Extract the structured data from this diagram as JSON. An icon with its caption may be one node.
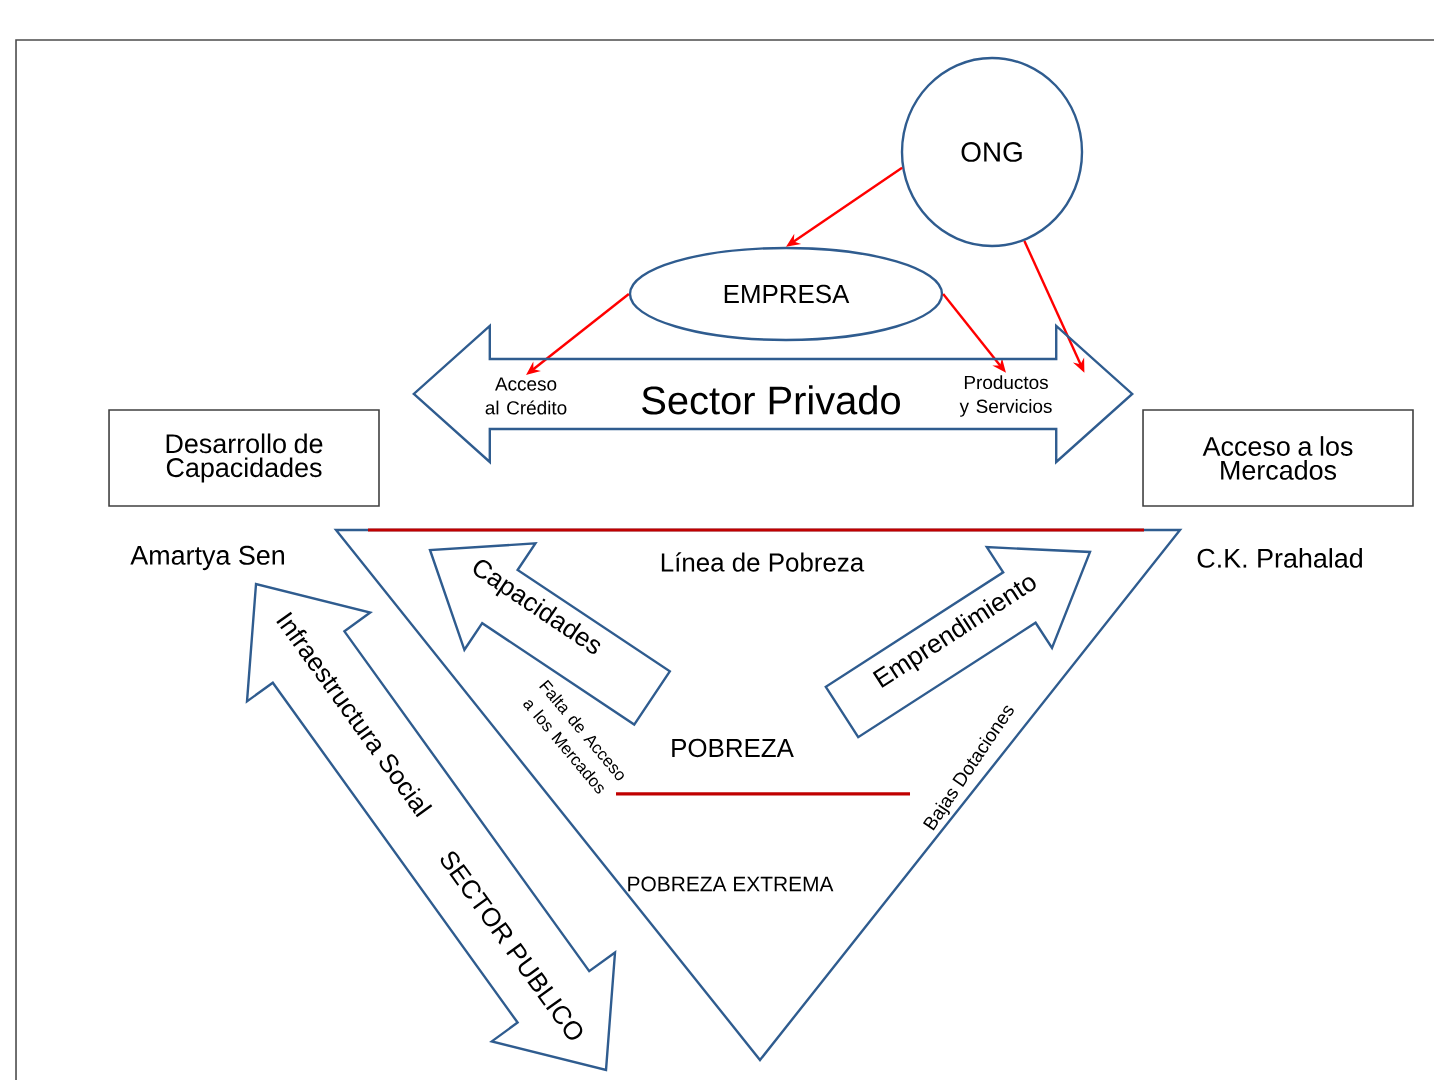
{
  "diagram": {
    "nodes": [
      {
        "text": [
          "ONG"
        ]
      },
      {
        "text": [
          "EMPRESA"
        ]
      },
      {
        "text": [
          "Acceso al Crédito"
        ]
      },
      {
        "text": [
          "Productos y Servicios"
        ]
      },
      {
        "text": [
          "Desarrollo de Capacidades"
        ]
      },
      {
        "text": [
          "Acceso a los Mercados"
        ]
      },
      {
        "text": [
          "Línea de Pobreza",
          "POBREZA",
          "POBREZA EXTREMA",
          "Falta de Acceso a los Mercados",
          "Bajas Dotaciones"
        ]
      },
      {
        "text": [
          "Capacidades"
        ],
        "in": 6
      },
      {
        "text": [
          "Emprendimiento"
        ],
        "in": 6
      },
      {
        "text": [
          "Infraestructura Social",
          "SECTOR PUBLICO"
        ]
      }
    ],
    "edges": [
      {
        "from": 0,
        "to": 1,
        "arrow": "to"
      },
      {
        "from": 1,
        "to": 2,
        "arrow": "to"
      },
      {
        "from": 1,
        "to": 3,
        "arrow": "to"
      },
      {
        "from": 0,
        "to": 3,
        "arrow": "to"
      },
      {
        "from": 4,
        "to": 5,
        "arrow": "both",
        "label": "Sector Privado"
      }
    ],
    "labels": [
      "Amartya Sen",
      "C.K. Prahalad"
    ]
  }
}
